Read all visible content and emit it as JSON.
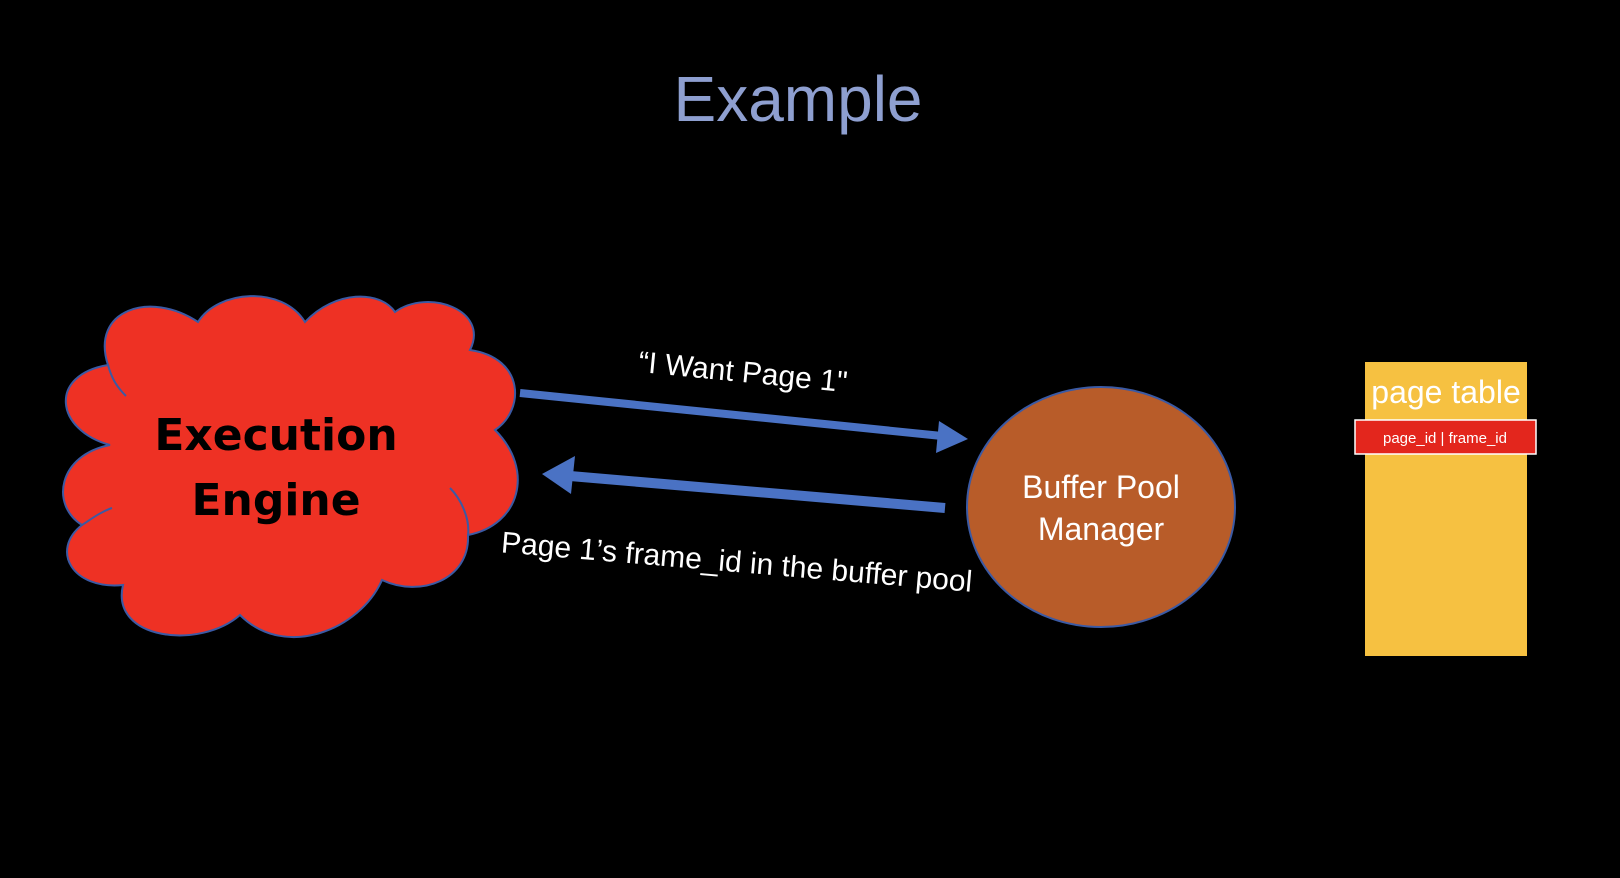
{
  "slide": {
    "title": "Example"
  },
  "execution_engine": {
    "label_line1": "Execution",
    "label_line2": "Engine"
  },
  "buffer_pool_manager": {
    "label_line1": "Buffer Pool",
    "label_line2": "Manager"
  },
  "request_message": {
    "label": "“I Want Page 1\""
  },
  "response_message": {
    "label": "Page 1’s frame_id in the buffer pool"
  },
  "page_table": {
    "title": "page table",
    "header_row": "page_id | frame_id"
  },
  "colors": {
    "background": "#000000",
    "title": "#8e9fd0",
    "cloud_fill": "#ee3124",
    "cloud_stroke": "#3b5aa4",
    "bpm_fill": "#b85c29",
    "bpm_stroke": "#3b5aa4",
    "arrow": "#4a72c4",
    "page_table_fill": "#f6c141",
    "page_table_row_fill": "#e3261d",
    "text_white": "#ffffff",
    "text_black": "#000000"
  }
}
